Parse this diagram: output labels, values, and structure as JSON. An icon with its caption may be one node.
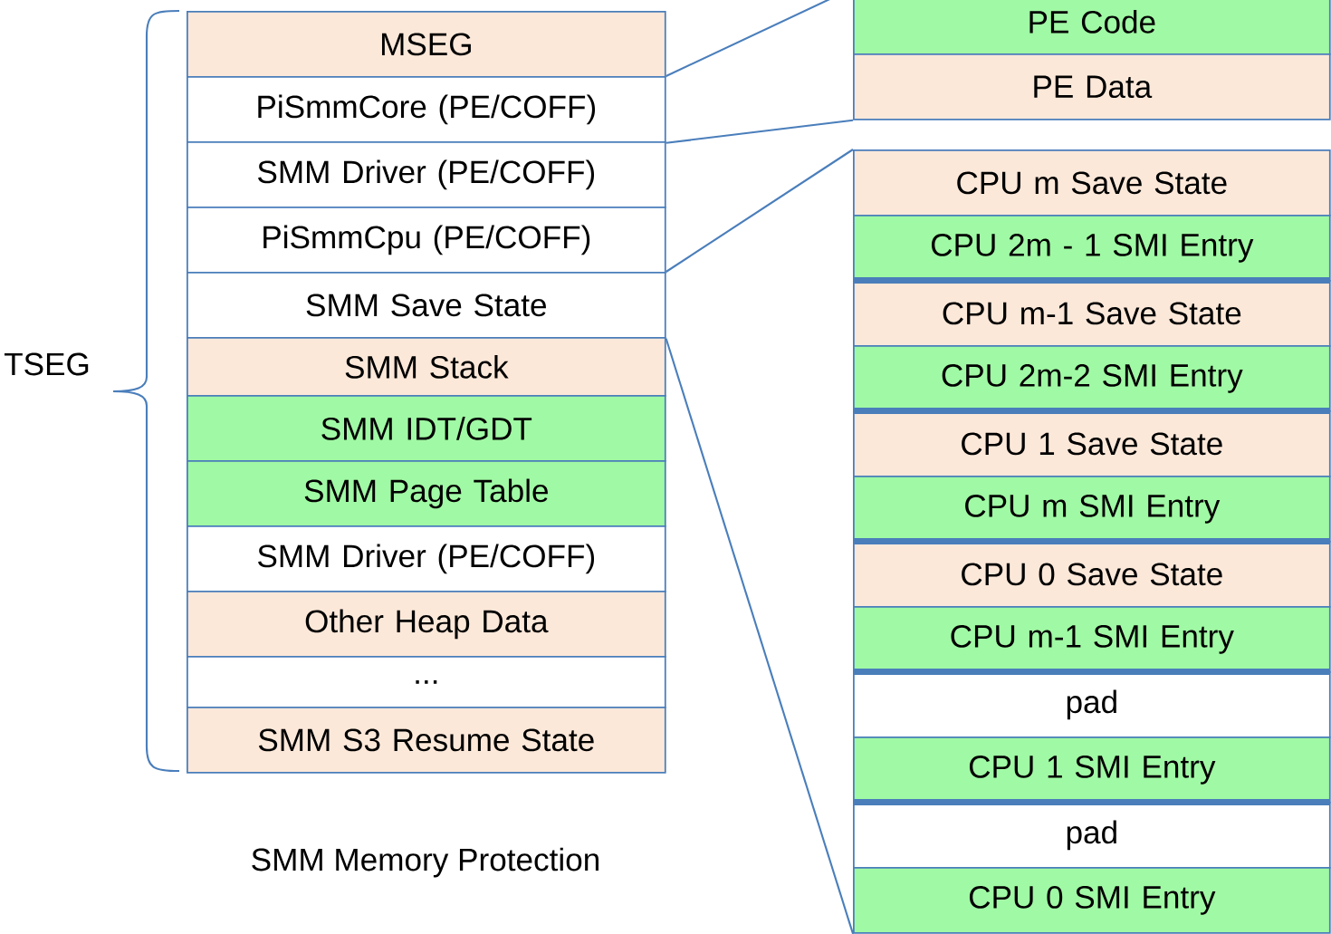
{
  "diagram": {
    "caption": "SMM Memory Protection",
    "nodes": [
      {
        "text": [
          "MSEG"
        ]
      },
      {
        "text": [
          "PiSmmCore (PE/COFF)"
        ]
      },
      {
        "text": [
          "SMM Driver (PE/COFF)"
        ]
      },
      {
        "text": [
          "PiSmmCpu (PE/COFF)"
        ]
      },
      {
        "text": [
          "SMM Save State"
        ]
      },
      {
        "text": [
          "SMM Stack"
        ]
      },
      {
        "text": [
          "SMM IDT/GDT"
        ]
      },
      {
        "text": [
          "SMM Page Table"
        ]
      },
      {
        "text": [
          "SMM Driver (PE/COFF)"
        ]
      },
      {
        "text": [
          "Other Heap Data"
        ]
      },
      {
        "text": [
          "..."
        ]
      },
      {
        "text": [
          "SMM S3 Resume State"
        ]
      },
      {
        "text": [
          "PE Code"
        ]
      },
      {
        "text": [
          "PE Data"
        ]
      },
      {
        "text": [
          "CPU m Save State"
        ]
      },
      {
        "text": [
          "CPU 2m - 1 SMI Entry"
        ]
      },
      {
        "text": [
          "CPU m-1 Save State"
        ]
      },
      {
        "text": [
          "CPU 2m-2 SMI Entry"
        ]
      },
      {
        "text": [
          "CPU 1 Save State"
        ]
      },
      {
        "text": [
          "CPU m SMI Entry"
        ]
      },
      {
        "text": [
          "CPU 0 Save State"
        ]
      },
      {
        "text": [
          "CPU m-1 SMI Entry"
        ]
      },
      {
        "text": [
          "pad"
        ]
      },
      {
        "text": [
          "CPU 1 SMI Entry"
        ]
      },
      {
        "text": [
          "pad"
        ]
      },
      {
        "text": [
          "CPU 0 SMI Entry"
        ]
      }
    ],
    "edges": [
      {
        "from": 1,
        "to": 12,
        "arrow": "none"
      },
      {
        "from": 1,
        "to": 13,
        "arrow": "none"
      },
      {
        "from": 4,
        "to": 14,
        "arrow": "none"
      },
      {
        "from": 4,
        "to": 25,
        "arrow": "none"
      }
    ],
    "labels": [
      "TSEG"
    ]
  }
}
